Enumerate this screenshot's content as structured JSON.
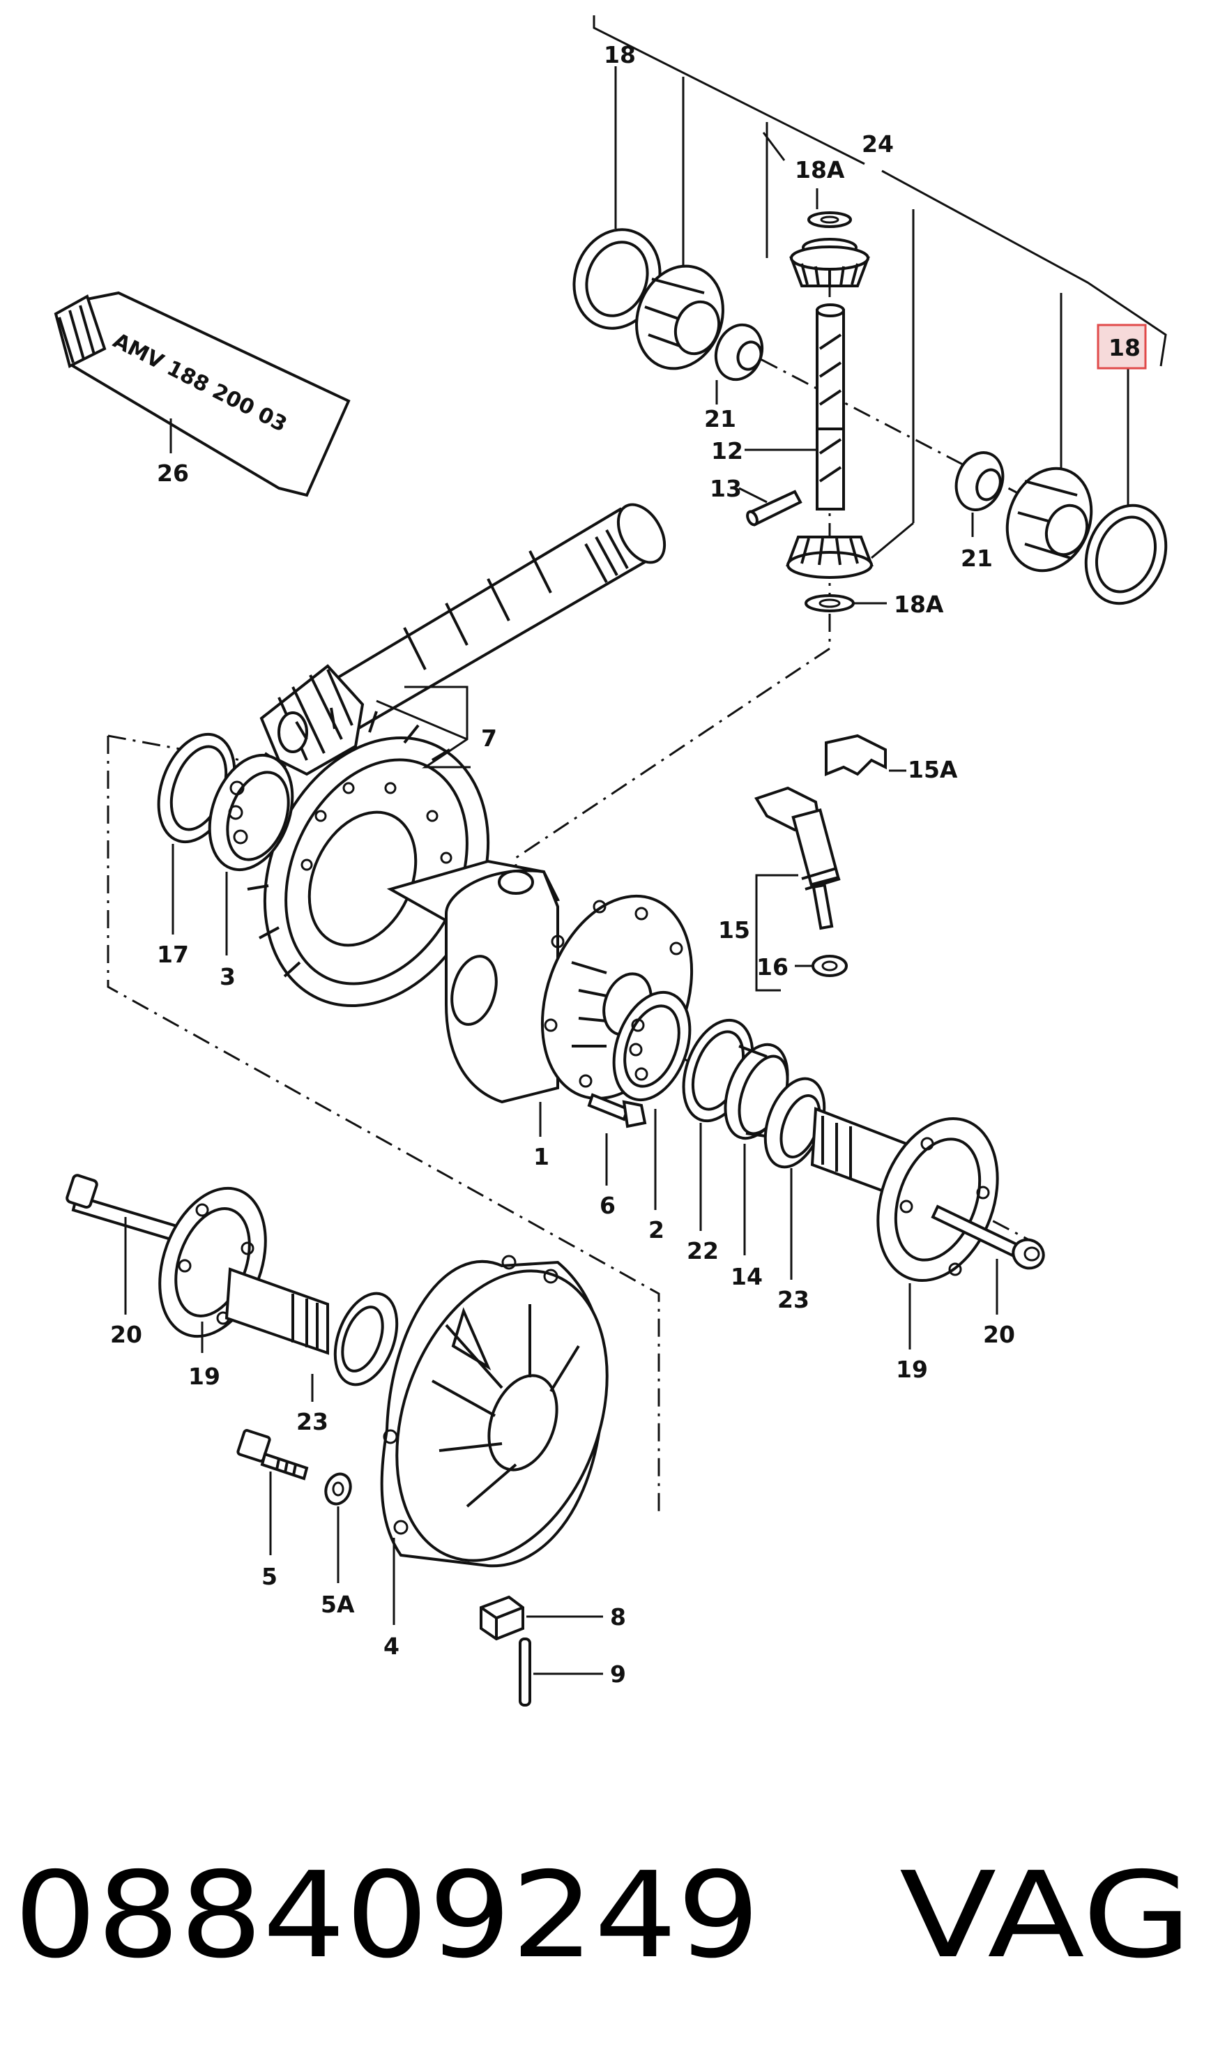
{
  "callouts": {
    "c18_top": "18",
    "c18a_top": "18A",
    "c24": "24",
    "c18_highlight": "18",
    "c21_left": "21",
    "c12": "12",
    "c13": "13",
    "c21_right": "21",
    "c18a_bottom": "18A",
    "c26": "26",
    "c7": "7",
    "c15a": "15A",
    "c15": "15",
    "c16": "16",
    "c17": "17",
    "c3": "3",
    "c1": "1",
    "c6": "6",
    "c2": "2",
    "c22": "22",
    "c14": "14",
    "c23_right": "23",
    "c19_right": "19",
    "c20_right": "20",
    "c20_left": "20",
    "c19_left": "19",
    "c23_left": "23",
    "c5": "5",
    "c5a": "5A",
    "c4": "4",
    "c8": "8",
    "c9": "9"
  },
  "tube_label": "AMV 188 200 03",
  "footer": {
    "part_number": "088409249",
    "brand": "VAG"
  },
  "colors": {
    "highlight_border": "#e04a4a",
    "highlight_fill": "#f6dada"
  }
}
